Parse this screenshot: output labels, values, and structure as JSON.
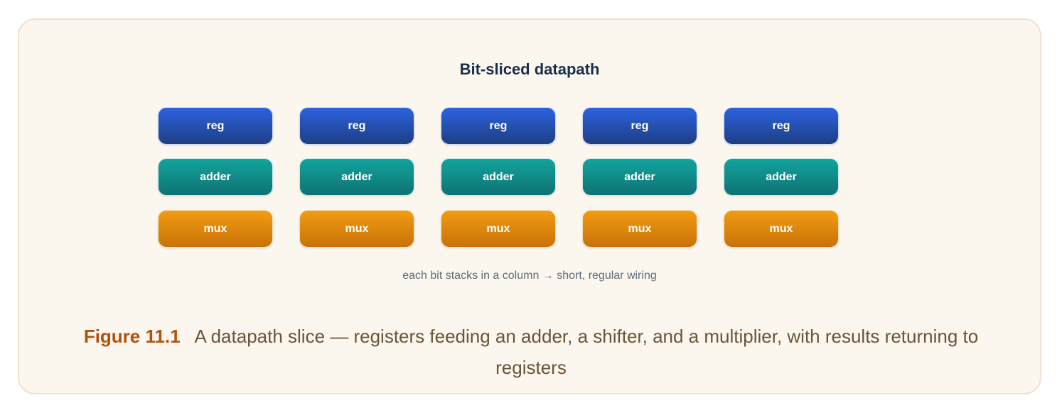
{
  "diagram": {
    "title": "Bit-sliced datapath",
    "columns": [
      {
        "blocks": [
          "reg",
          "adder",
          "mux"
        ]
      },
      {
        "blocks": [
          "reg",
          "adder",
          "mux"
        ]
      },
      {
        "blocks": [
          "reg",
          "adder",
          "mux"
        ]
      },
      {
        "blocks": [
          "reg",
          "adder",
          "mux"
        ]
      },
      {
        "blocks": [
          "reg",
          "adder",
          "mux"
        ]
      }
    ],
    "caption": "each bit stacks in a column → short, regular wiring",
    "colors": {
      "reg": "#2c62de",
      "adder": "#13a39d",
      "mux": "#f29c12",
      "title": "#1a2e4a",
      "background": "#fbf6ee"
    }
  },
  "figure": {
    "label": "Figure 11.1",
    "text": "A datapath slice — registers feeding an adder, a shifter, and a multiplier, with results returning to registers",
    "label_color": "#b0530c"
  }
}
